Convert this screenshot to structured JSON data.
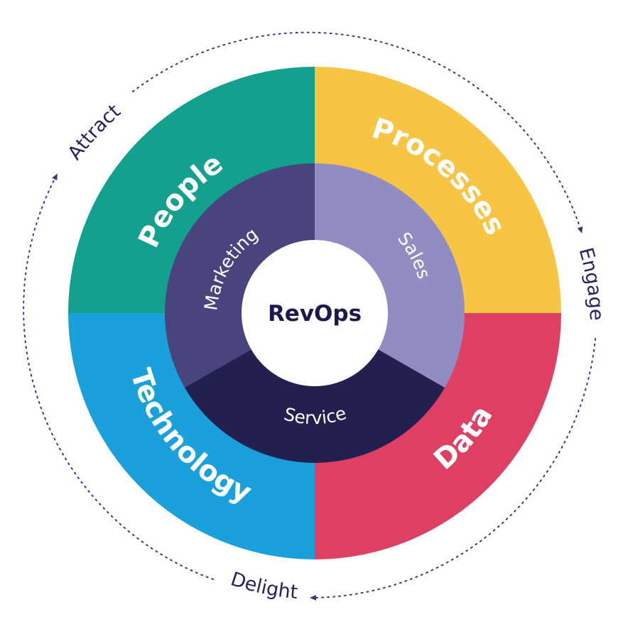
{
  "center": {
    "label": "RevOps"
  },
  "outer_ring": [
    {
      "label": "People",
      "color": "#14a08e"
    },
    {
      "label": "Processes",
      "color": "#f7c443"
    },
    {
      "label": "Data",
      "color": "#de3f63"
    },
    {
      "label": "Technology",
      "color": "#1aa1dc"
    }
  ],
  "inner_ring": [
    {
      "label": "Marketing",
      "color": "#4a447e"
    },
    {
      "label": "Sales",
      "color": "#918dc3"
    },
    {
      "label": "Service",
      "color": "#23204f"
    }
  ],
  "cycle": [
    {
      "label": "Attract"
    },
    {
      "label": "Engage"
    },
    {
      "label": "Delight"
    }
  ],
  "colors": {
    "cycle_stroke": "#3a3877",
    "center_fill": "#ffffff",
    "center_text": "#1c1a4d"
  }
}
